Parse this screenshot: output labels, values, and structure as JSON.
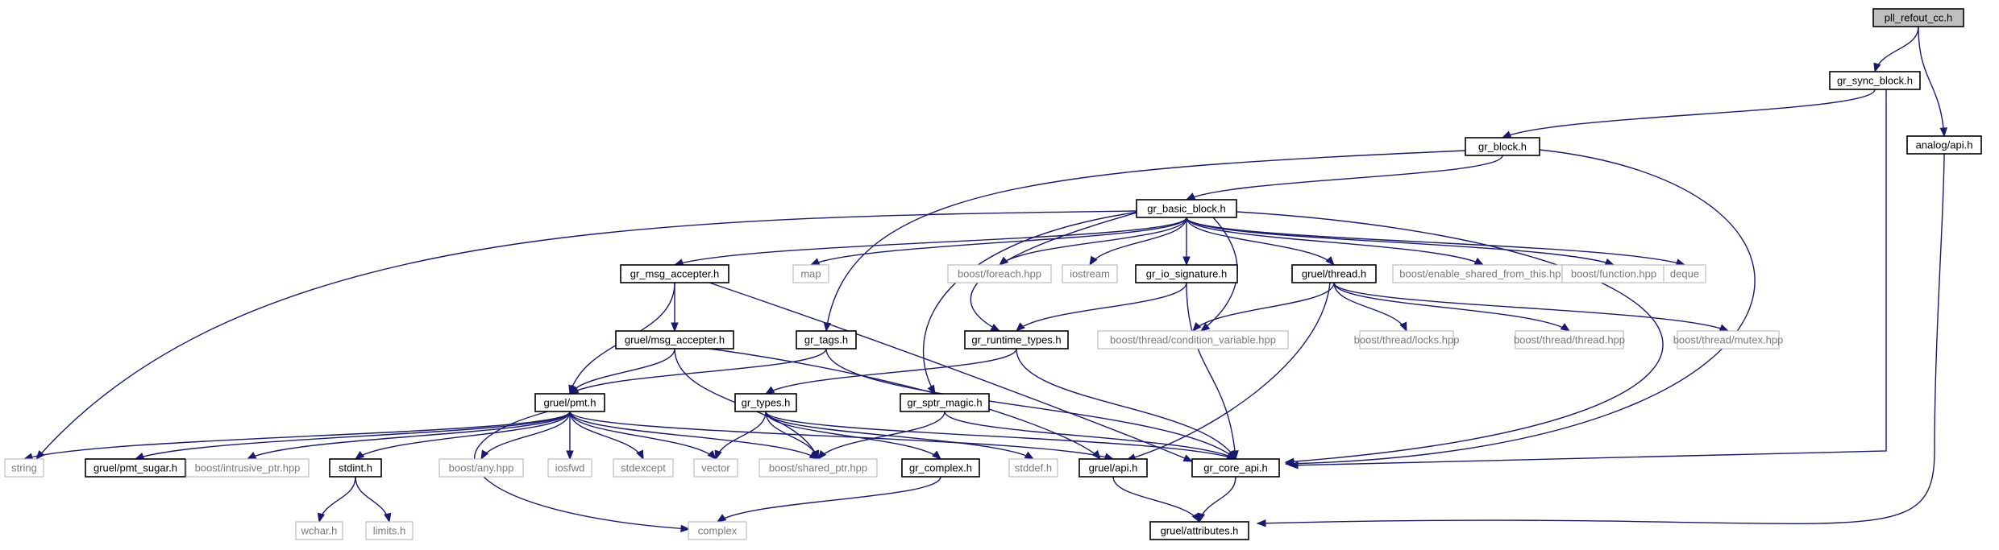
{
  "diagram": {
    "nodes": [
      {
        "id": "pll_refout_cc",
        "label": "pll_refout_cc.h",
        "kind": "root"
      },
      {
        "id": "gr_sync_block",
        "label": "gr_sync_block.h",
        "kind": "local"
      },
      {
        "id": "analog_api",
        "label": "analog/api.h",
        "kind": "local"
      },
      {
        "id": "gr_block",
        "label": "gr_block.h",
        "kind": "local"
      },
      {
        "id": "gr_basic_block",
        "label": "gr_basic_block.h",
        "kind": "local"
      },
      {
        "id": "gr_msg_accepter",
        "label": "gr_msg_accepter.h",
        "kind": "local"
      },
      {
        "id": "map",
        "label": "map",
        "kind": "ext"
      },
      {
        "id": "boost_foreach",
        "label": "boost/foreach.hpp",
        "kind": "ext"
      },
      {
        "id": "iostream",
        "label": "iostream",
        "kind": "ext"
      },
      {
        "id": "gr_io_signature",
        "label": "gr_io_signature.h",
        "kind": "local"
      },
      {
        "id": "gruel_thread",
        "label": "gruel/thread.h",
        "kind": "local"
      },
      {
        "id": "boost_enable_shared",
        "label": "boost/enable_shared_from_this.hpp",
        "kind": "ext"
      },
      {
        "id": "boost_function",
        "label": "boost/function.hpp",
        "kind": "ext"
      },
      {
        "id": "deque",
        "label": "deque",
        "kind": "ext"
      },
      {
        "id": "gruel_msg_accepter",
        "label": "gruel/msg_accepter.h",
        "kind": "local"
      },
      {
        "id": "gr_tags",
        "label": "gr_tags.h",
        "kind": "local"
      },
      {
        "id": "gr_runtime_types",
        "label": "gr_runtime_types.h",
        "kind": "local"
      },
      {
        "id": "boost_cond_var",
        "label": "boost/thread/condition_variable.hpp",
        "kind": "ext"
      },
      {
        "id": "boost_locks",
        "label": "boost/thread/locks.hpp",
        "kind": "ext"
      },
      {
        "id": "boost_thread",
        "label": "boost/thread/thread.hpp",
        "kind": "ext"
      },
      {
        "id": "boost_mutex",
        "label": "boost/thread/mutex.hpp",
        "kind": "ext"
      },
      {
        "id": "gruel_pmt",
        "label": "gruel/pmt.h",
        "kind": "local"
      },
      {
        "id": "gr_types",
        "label": "gr_types.h",
        "kind": "local"
      },
      {
        "id": "gr_sptr_magic",
        "label": "gr_sptr_magic.h",
        "kind": "local"
      },
      {
        "id": "string",
        "label": "string",
        "kind": "ext"
      },
      {
        "id": "gruel_pmt_sugar",
        "label": "gruel/pmt_sugar.h",
        "kind": "local"
      },
      {
        "id": "boost_intrusive",
        "label": "boost/intrusive_ptr.hpp",
        "kind": "ext"
      },
      {
        "id": "stdint",
        "label": "stdint.h",
        "kind": "local"
      },
      {
        "id": "boost_any",
        "label": "boost/any.hpp",
        "kind": "ext"
      },
      {
        "id": "iosfwd",
        "label": "iosfwd",
        "kind": "ext"
      },
      {
        "id": "stdexcept",
        "label": "stdexcept",
        "kind": "ext"
      },
      {
        "id": "vector",
        "label": "vector",
        "kind": "ext"
      },
      {
        "id": "boost_shared_ptr",
        "label": "boost/shared_ptr.hpp",
        "kind": "ext"
      },
      {
        "id": "gr_complex",
        "label": "gr_complex.h",
        "kind": "local"
      },
      {
        "id": "stddef",
        "label": "stddef.h",
        "kind": "ext"
      },
      {
        "id": "gruel_api",
        "label": "gruel/api.h",
        "kind": "local"
      },
      {
        "id": "gr_core_api",
        "label": "gr_core_api.h",
        "kind": "local"
      },
      {
        "id": "wchar",
        "label": "wchar.h",
        "kind": "ext"
      },
      {
        "id": "limits",
        "label": "limits.h",
        "kind": "ext"
      },
      {
        "id": "complex",
        "label": "complex",
        "kind": "ext"
      },
      {
        "id": "gruel_attributes",
        "label": "gruel/attributes.h",
        "kind": "local"
      }
    ],
    "edges": [
      [
        "pll_refout_cc",
        "gr_sync_block"
      ],
      [
        "pll_refout_cc",
        "analog_api"
      ],
      [
        "gr_sync_block",
        "gr_block"
      ],
      [
        "gr_sync_block",
        "gr_core_api"
      ],
      [
        "analog_api",
        "gruel_attributes"
      ],
      [
        "gr_block",
        "gr_basic_block"
      ],
      [
        "gr_block",
        "gr_tags"
      ],
      [
        "gr_block",
        "gr_core_api"
      ],
      [
        "gr_basic_block",
        "gr_msg_accepter"
      ],
      [
        "gr_basic_block",
        "map"
      ],
      [
        "gr_basic_block",
        "boost_foreach"
      ],
      [
        "gr_basic_block",
        "iostream"
      ],
      [
        "gr_basic_block",
        "gr_io_signature"
      ],
      [
        "gr_basic_block",
        "gruel_thread"
      ],
      [
        "gr_basic_block",
        "boost_enable_shared"
      ],
      [
        "gr_basic_block",
        "boost_function"
      ],
      [
        "gr_basic_block",
        "deque"
      ],
      [
        "gr_basic_block",
        "gr_runtime_types"
      ],
      [
        "gr_basic_block",
        "boost_cond_var"
      ],
      [
        "gr_basic_block",
        "gr_sptr_magic"
      ],
      [
        "gr_basic_block",
        "string"
      ],
      [
        "gr_basic_block",
        "gr_core_api"
      ],
      [
        "gr_msg_accepter",
        "gruel_msg_accepter"
      ],
      [
        "gr_msg_accepter",
        "gruel_pmt"
      ],
      [
        "gr_msg_accepter",
        "gr_core_api"
      ],
      [
        "gr_io_signature",
        "gr_runtime_types"
      ],
      [
        "gr_io_signature",
        "gr_core_api"
      ],
      [
        "gruel_thread",
        "boost_cond_var"
      ],
      [
        "gruel_thread",
        "boost_locks"
      ],
      [
        "gruel_thread",
        "boost_thread"
      ],
      [
        "gruel_thread",
        "boost_mutex"
      ],
      [
        "gruel_thread",
        "gruel_api"
      ],
      [
        "gruel_msg_accepter",
        "gruel_pmt"
      ],
      [
        "gruel_msg_accepter",
        "boost_shared_ptr"
      ],
      [
        "gruel_msg_accepter",
        "gruel_api"
      ],
      [
        "gr_tags",
        "gruel_pmt"
      ],
      [
        "gr_tags",
        "gr_core_api"
      ],
      [
        "gr_runtime_types",
        "gr_types"
      ],
      [
        "gr_runtime_types",
        "gr_core_api"
      ],
      [
        "gr_sptr_magic",
        "boost_shared_ptr"
      ],
      [
        "gr_sptr_magic",
        "gr_core_api"
      ],
      [
        "gruel_pmt",
        "string"
      ],
      [
        "gruel_pmt",
        "gruel_pmt_sugar"
      ],
      [
        "gruel_pmt",
        "boost_intrusive"
      ],
      [
        "gruel_pmt",
        "stdint"
      ],
      [
        "gruel_pmt",
        "boost_any"
      ],
      [
        "gruel_pmt",
        "iosfwd"
      ],
      [
        "gruel_pmt",
        "stdexcept"
      ],
      [
        "gruel_pmt",
        "vector"
      ],
      [
        "gruel_pmt",
        "boost_shared_ptr"
      ],
      [
        "gruel_pmt",
        "complex"
      ],
      [
        "gruel_pmt",
        "gruel_api"
      ],
      [
        "gr_types",
        "vector"
      ],
      [
        "gr_types",
        "boost_shared_ptr"
      ],
      [
        "gr_types",
        "gr_complex"
      ],
      [
        "gr_types",
        "stddef"
      ],
      [
        "gr_types",
        "gr_core_api"
      ],
      [
        "stdint",
        "wchar"
      ],
      [
        "stdint",
        "limits"
      ],
      [
        "gr_complex",
        "complex"
      ],
      [
        "gruel_api",
        "gruel_attributes"
      ],
      [
        "gr_core_api",
        "gruel_attributes"
      ]
    ]
  }
}
